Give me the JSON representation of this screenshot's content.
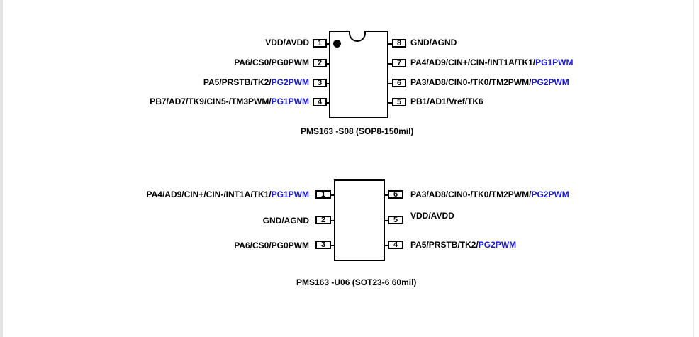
{
  "packages": {
    "sop8": {
      "caption": "PMS163 -S08 (SOP8-150mil)",
      "pins": [
        {
          "num": "1",
          "base": "VDD/AVDD",
          "pwm": ""
        },
        {
          "num": "2",
          "base": "PA6/CS0/PG0PWM",
          "pwm": ""
        },
        {
          "num": "3",
          "base": "PA5/PRSTB/TK2/",
          "pwm": "PG2PWM"
        },
        {
          "num": "4",
          "base": "PB7/AD7/TK9/CIN5-/TM3PWM/",
          "pwm": "PG1PWM"
        },
        {
          "num": "5",
          "base": "PB1/AD1/Vref/TK6",
          "pwm": ""
        },
        {
          "num": "6",
          "base": "PA3/AD8/CIN0-/TK0/TM2PWM/",
          "pwm": "PG2PWM"
        },
        {
          "num": "7",
          "base": "PA4/AD9/CIN+/CIN-/INT1A/TK1/",
          "pwm": "PG1PWM"
        },
        {
          "num": "8",
          "base": "GND/AGND",
          "pwm": ""
        }
      ]
    },
    "sot23": {
      "caption": "PMS163 -U06 (SOT23-6 60mil)",
      "pins": [
        {
          "num": "1",
          "base": "PA4/AD9/CIN+/CIN-/INT1A/TK1/",
          "pwm": "PG1PWM"
        },
        {
          "num": "2",
          "base": "GND/AGND",
          "pwm": ""
        },
        {
          "num": "3",
          "base": "PA6/CS0/PG0PWM",
          "pwm": ""
        },
        {
          "num": "4",
          "base": "PA5/PRSTB/TK2/",
          "pwm": "PG2PWM"
        },
        {
          "num": "5",
          "base": "VDD/AVDD",
          "pwm": ""
        },
        {
          "num": "6",
          "base": "PA3/AD8/CIN0-/TK0/TM2PWM/",
          "pwm": "PG2PWM"
        }
      ]
    }
  },
  "colors": {
    "pwm_highlight": "#1a1acc",
    "outline": "#000000"
  }
}
